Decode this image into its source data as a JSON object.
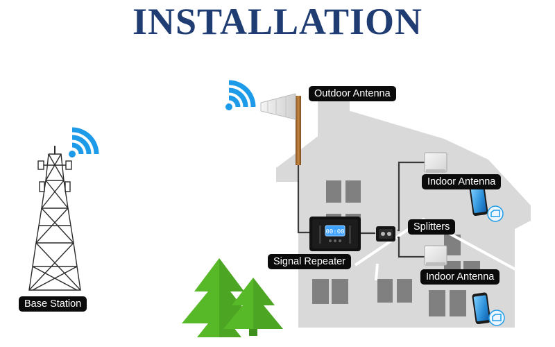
{
  "title": "INSTALLATION",
  "labels": {
    "outdoor_antenna": "Outdoor Antenna",
    "indoor_antenna_top": "Indoor Antenna",
    "splitters": "Splitters",
    "signal_repeater": "Signal Repeater",
    "indoor_antenna_bottom": "Indoor Antenna",
    "base_station": "Base Station"
  },
  "repeater_display": "00:00",
  "colors": {
    "title": "#1f3d73",
    "wifi": "#1e9be8",
    "house": "#d9d9d9",
    "windows": "#808080",
    "tree": "#58b928",
    "tree_dark": "#3e8f1c",
    "cable": "#3a3a3a",
    "label_bg": "#0b0b0b"
  },
  "icons": [
    "wifi-signal-icon",
    "cell-tower-icon",
    "phone-icon",
    "sim-badge-icon",
    "tree-icon"
  ]
}
